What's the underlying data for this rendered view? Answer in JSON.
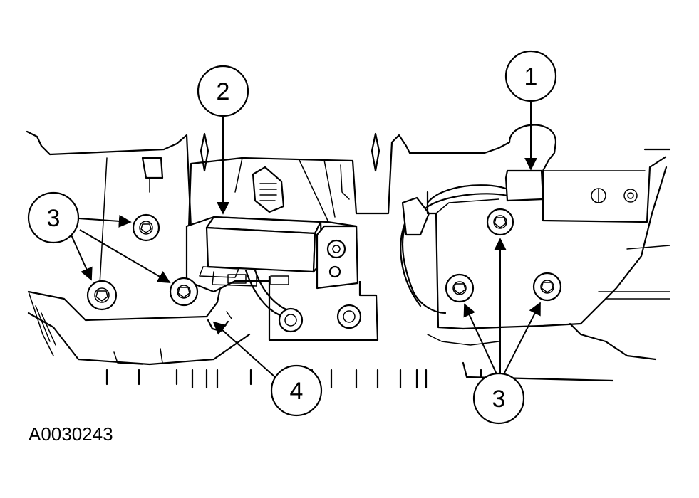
{
  "figure_id": "A0030243",
  "callouts": [
    {
      "id": "c1",
      "label": "1"
    },
    {
      "id": "c2",
      "label": "2"
    },
    {
      "id": "c3a",
      "label": "3"
    },
    {
      "id": "c3b",
      "label": "3"
    },
    {
      "id": "c4",
      "label": "4"
    }
  ]
}
